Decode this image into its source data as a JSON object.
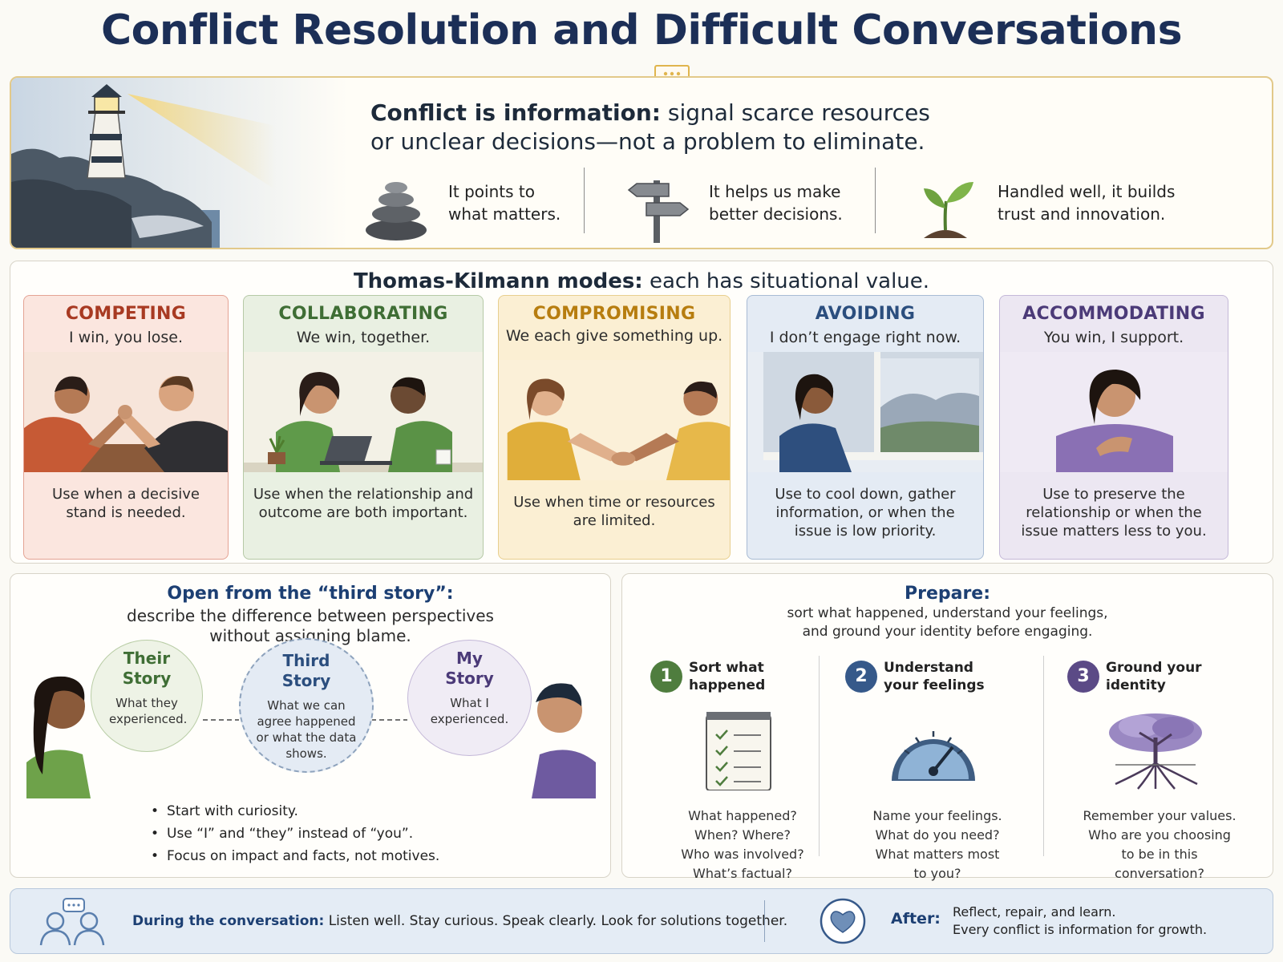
{
  "title": "Conflict Resolution and Difficult Conversations",
  "hero": {
    "headline_bold": "Conflict is information:",
    "headline_rest": "signal scarce resources",
    "headline_line2": "or unclear decisions—not a problem to eliminate.",
    "points": [
      {
        "icon": "stacked-stones-icon",
        "line1": "It points to",
        "line2": "what matters."
      },
      {
        "icon": "signpost-icon",
        "line1": "It helps us make",
        "line2": "better decisions."
      },
      {
        "icon": "sprout-icon",
        "line1": "Handled well, it builds",
        "line2": "trust and innovation."
      }
    ]
  },
  "tk": {
    "title_bold": "Thomas-Kilmann modes:",
    "title_rest": "each has situational value.",
    "modes": [
      {
        "name": "COMPETING",
        "tagline": "I win, you lose.",
        "use": "Use when a decisive stand is needed.",
        "color": "#a83a22",
        "bg": "#fbe6df",
        "border": "#e4a394"
      },
      {
        "name": "COLLABORATING",
        "tagline": "We win, together.",
        "use": "Use when the relationship and outcome are both important.",
        "color": "#3f6e35",
        "bg": "#e9f0e2",
        "border": "#b6c9a6"
      },
      {
        "name": "COMPROMISING",
        "tagline": "We each give something up.",
        "use": "Use when time or resources are limited.",
        "color": "#b77d0f",
        "bg": "#fbefd3",
        "border": "#e8cf8e"
      },
      {
        "name": "AVOIDING",
        "tagline": "I don’t engage right now.",
        "use": "Use to cool down, gather information, or when the issue is low priority.",
        "color": "#2b4e7e",
        "bg": "#e4ebf4",
        "border": "#a8bbd4"
      },
      {
        "name": "ACCOMMODATING",
        "tagline": "You win, I support.",
        "use": "Use to preserve the relationship or when the issue matters less to you.",
        "color": "#4b3a78",
        "bg": "#ece7f2",
        "border": "#c4b8d8"
      }
    ]
  },
  "third_story": {
    "heading": "Open from the “third story”:",
    "sub1": "describe the difference between perspectives",
    "sub2": "without assigning blame.",
    "bubbles": [
      {
        "title1": "Their",
        "title2": "Story",
        "desc": "What they experienced."
      },
      {
        "title1": "Third",
        "title2": "Story",
        "desc": "What we can agree happened or what the data shows."
      },
      {
        "title1": "My",
        "title2": "Story",
        "desc": "What I experienced."
      }
    ],
    "tips": [
      "Start with curiosity.",
      "Use “I” and “they” instead of “you”.",
      "Focus on impact and facts, not motives."
    ]
  },
  "prepare": {
    "heading": "Prepare:",
    "sub1": "sort what happened, understand your feelings,",
    "sub2": "and ground your identity before engaging.",
    "steps": [
      {
        "num": "1",
        "label1": "Sort what",
        "label2": "happened",
        "color": "#4f7d3e",
        "icon": "checklist-icon",
        "lines": [
          "What happened?",
          "When? Where?",
          "Who was involved?",
          "What’s factual?"
        ]
      },
      {
        "num": "2",
        "label1": "Understand",
        "label2": "your feelings",
        "color": "#36598a",
        "icon": "gauge-icon",
        "lines": [
          "Name your feelings.",
          "What do you need?",
          "What matters most",
          "to you?"
        ]
      },
      {
        "num": "3",
        "label1": "Ground your",
        "label2": "identity",
        "color": "#5b4a86",
        "icon": "tree-roots-icon",
        "lines": [
          "Remember your values.",
          "Who are you choosing",
          "to be in this",
          "conversation?"
        ]
      }
    ]
  },
  "bottom": {
    "during_label": "During the conversation:",
    "during_text": "Listen well. Stay curious. Speak clearly. Look for solutions together.",
    "after_label": "After:",
    "after_line1": "Reflect, repair, and learn.",
    "after_line2": "Every conflict is information for growth."
  }
}
